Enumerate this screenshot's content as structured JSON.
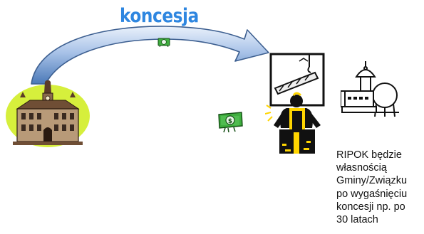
{
  "title": "koncesja",
  "note_lines": [
    "RIPOK będzie",
    "własnością",
    "Gminy/Związku",
    "po wygaśnięciu",
    "koncesji np. po",
    "30 latach"
  ],
  "money_symbol": "$",
  "colors": {
    "title": "#2e86e0",
    "arrow_fill": "#5b84bf",
    "arrow_light": "#dbe7f7",
    "town_hall_bg": "#d6ef3c",
    "worker_gear": "#ffd500",
    "money_green": "#3fae3f"
  }
}
